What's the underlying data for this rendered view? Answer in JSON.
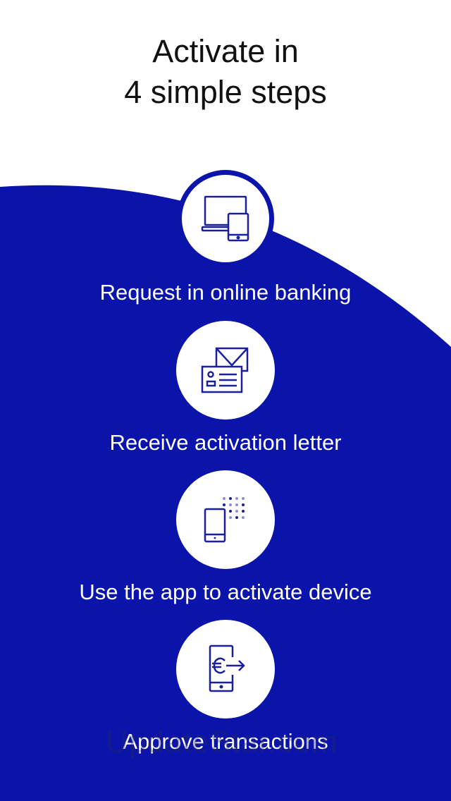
{
  "title": {
    "line1": "Activate in",
    "line2": "4 simple steps"
  },
  "colors": {
    "brand_blue": "#0a14aa",
    "icon_blue": "#1a1f9e",
    "dot_light": "#8e8fd6"
  },
  "steps": [
    {
      "label": "Request in online banking",
      "icon": "computer-and-phone-icon"
    },
    {
      "label": "Receive activation letter",
      "icon": "letter-icon"
    },
    {
      "label": "Use the app to activate device",
      "icon": "phone-qr-code-icon"
    },
    {
      "label": "Approve transactions",
      "icon": "phone-euro-transfer-icon"
    }
  ],
  "watermark": "UpdateStar.com"
}
